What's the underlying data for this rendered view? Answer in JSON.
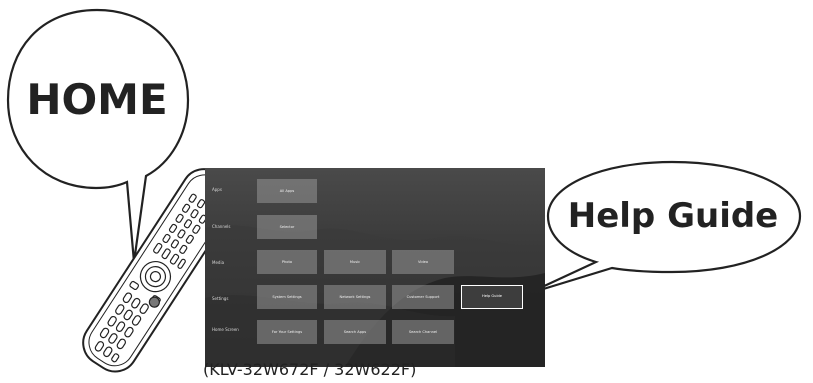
{
  "callouts": {
    "home": "HOME",
    "help_guide": "Help Guide"
  },
  "caption": "(KLV-32W672F / 32W622F)",
  "tv_menu": {
    "categories": [
      "Apps",
      "Channels",
      "Media",
      "Settings",
      "Home Screen"
    ],
    "rows": [
      [
        "All Apps"
      ],
      [
        "Selector"
      ],
      [
        "Photo",
        "Music",
        "Video"
      ],
      [
        "System Settings",
        "Network Settings",
        "Customer Support",
        "Help Guide"
      ],
      [
        "For Your Settings",
        "Search Apps",
        "Search Channel"
      ]
    ],
    "focused": "Help Guide"
  }
}
